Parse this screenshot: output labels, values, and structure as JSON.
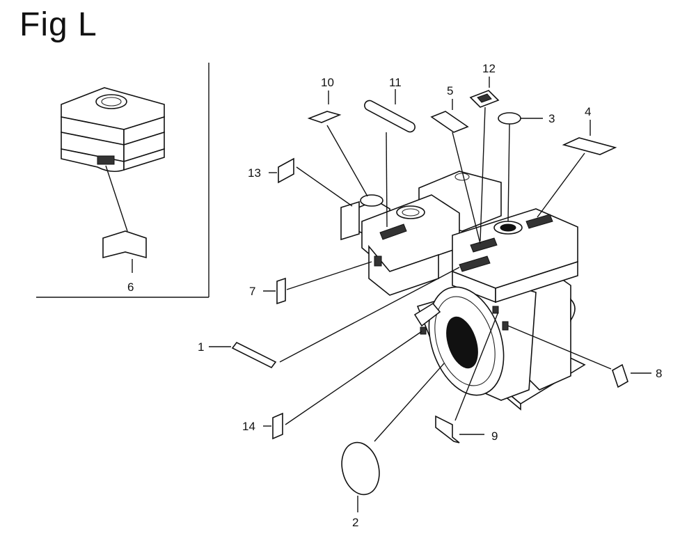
{
  "title": "Fig L",
  "callouts": [
    {
      "id": "c1",
      "label": "1"
    },
    {
      "id": "c2",
      "label": "2"
    },
    {
      "id": "c3",
      "label": "3"
    },
    {
      "id": "c4",
      "label": "4"
    },
    {
      "id": "c5",
      "label": "5"
    },
    {
      "id": "c6",
      "label": "6"
    },
    {
      "id": "c7",
      "label": "7"
    },
    {
      "id": "c8",
      "label": "8"
    },
    {
      "id": "c9",
      "label": "9"
    },
    {
      "id": "c10",
      "label": "10"
    },
    {
      "id": "c11",
      "label": "11"
    },
    {
      "id": "c12",
      "label": "12"
    },
    {
      "id": "c13",
      "label": "13"
    },
    {
      "id": "c14",
      "label": "14"
    }
  ]
}
